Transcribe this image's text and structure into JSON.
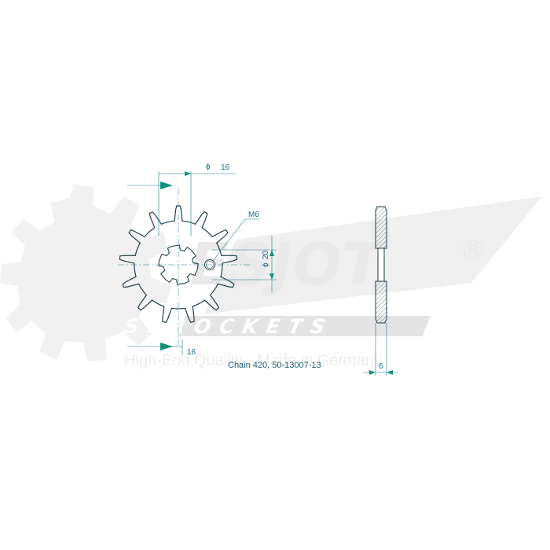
{
  "drawing": {
    "dim_hub_diameter": "16",
    "dim_hub_offset": "16",
    "dim_bolt_circle": "20",
    "dim_thread": "M6",
    "dim_thickness": "6",
    "caption": "Chain 420, 50-13007-13",
    "teeth": 13
  },
  "watermark": {
    "brand": "ESJOT",
    "registered": "®",
    "subtitle": "SPROCKETS",
    "tagline": "High-End Quality - Made in Germany"
  },
  "colors": {
    "line": "#1f3f4a",
    "dimension": "#1a7a8c",
    "arrow": "#0f8f7a",
    "watermark": "#e9e9e9"
  }
}
